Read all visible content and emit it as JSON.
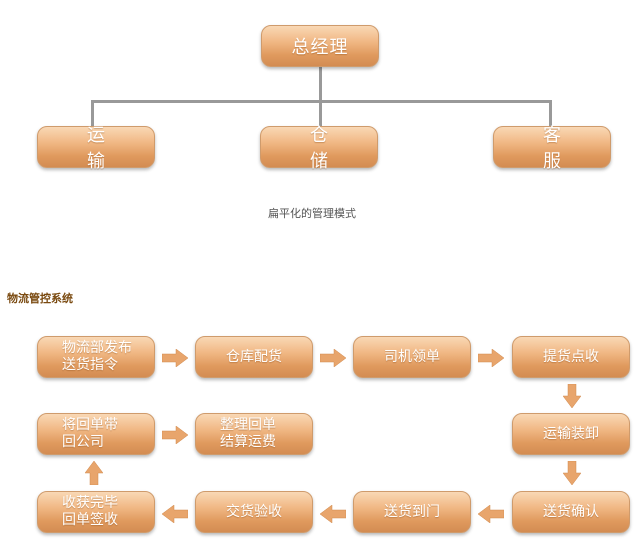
{
  "org_chart": {
    "root": "总经理",
    "children": [
      "运　输",
      "仓　储",
      "客　服"
    ],
    "caption": "扁平化的管理模式"
  },
  "flow": {
    "title": "物流管控系统",
    "steps": {
      "publish_instructions": [
        "物流部发布",
        "送货指令"
      ],
      "warehouse_dispatch": "仓库配货",
      "driver_collect": "司机领单",
      "pickup_check": "提货点收",
      "transport_load": "运输装卸",
      "delivery_confirm": "送货确认",
      "deliver_to_door": "送货到门",
      "handover_inspect": "交货验收",
      "receipt_sign": [
        "收获完毕",
        "回单签收"
      ],
      "return_receipt": [
        "将回单带",
        "回公司"
      ],
      "settle_fees": [
        "整理回单",
        "结算运费"
      ]
    }
  },
  "colors": {
    "box_top": "#f9d8b5",
    "box_bottom": "#d38c52",
    "arrow": "#e8a56c",
    "connector": "#999999",
    "title": "#7a4a10"
  }
}
